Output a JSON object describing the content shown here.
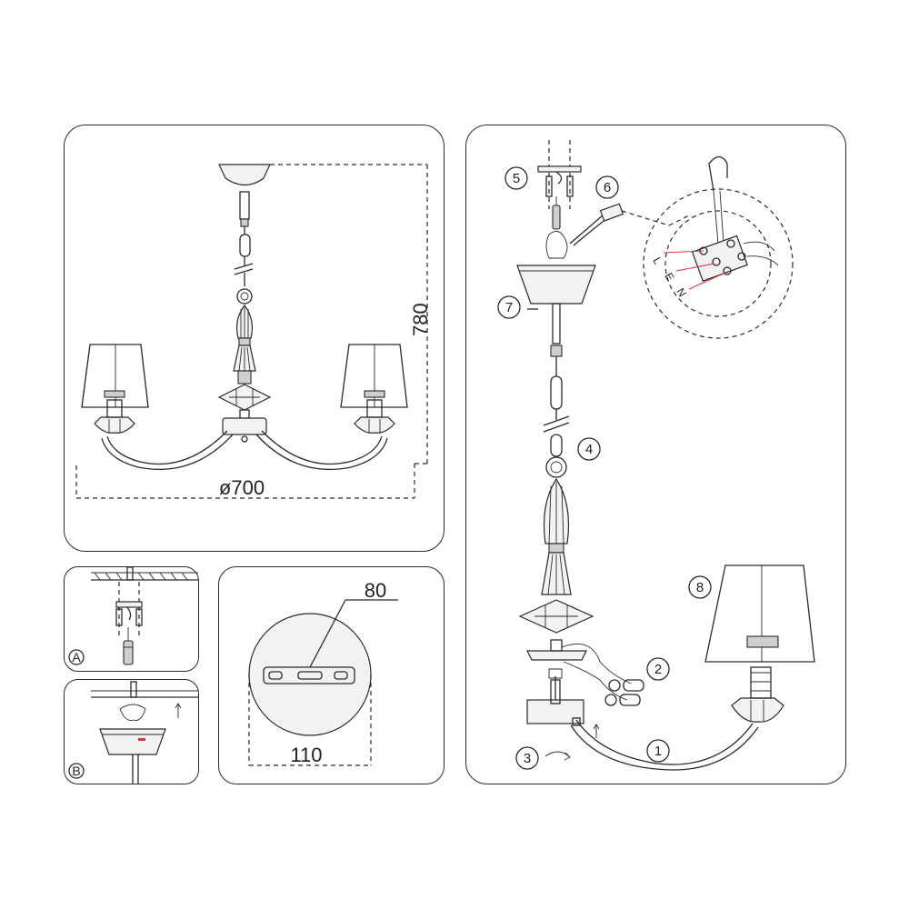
{
  "main_view": {
    "height_label": "780",
    "diameter_label": "ø700"
  },
  "canopy_view": {
    "depth_label": "80",
    "width_label": "110"
  },
  "mount_steps": {
    "step_a": "A",
    "step_b": "B"
  },
  "assembly": {
    "callouts": [
      "1",
      "2",
      "3",
      "4",
      "5",
      "6",
      "7",
      "8"
    ],
    "wire_labels": [
      "L",
      "E",
      "N"
    ],
    "wire_color": "#d9343a"
  }
}
